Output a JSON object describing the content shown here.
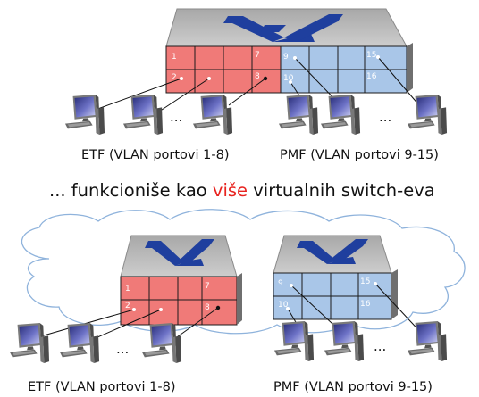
{
  "top": {
    "left_port_labels": [
      "1",
      "2",
      "7",
      "8"
    ],
    "right_port_labels": [
      "9",
      "10",
      "15",
      "16"
    ],
    "left_caption": "ETF (VLAN portovi 1-8)",
    "right_caption": "PMF (VLAN portovi 9-15)",
    "left_ellipsis": "...",
    "right_ellipsis": "..."
  },
  "headline": {
    "prefix": "... funkcioniše kao ",
    "highlight": "više",
    "suffix": " virtualnih switch-eva"
  },
  "bottom": {
    "left_port_labels": [
      "1",
      "2",
      "7",
      "8"
    ],
    "right_port_labels": [
      "9",
      "10",
      "15",
      "16"
    ],
    "left_caption": "ETF (VLAN portovi 1-8)",
    "right_caption": "PMF (VLAN portovi 9-15)",
    "left_ellipsis": "...",
    "right_ellipsis": "..."
  },
  "colors": {
    "etf_ports": "#f07a78",
    "pmf_ports": "#a9c6e8",
    "switch_top": "#b6b6b6",
    "switch_arrows": "#1f3f9e",
    "highlight_text": "#e8231f",
    "cloud_stroke": "#8fb3dc"
  }
}
